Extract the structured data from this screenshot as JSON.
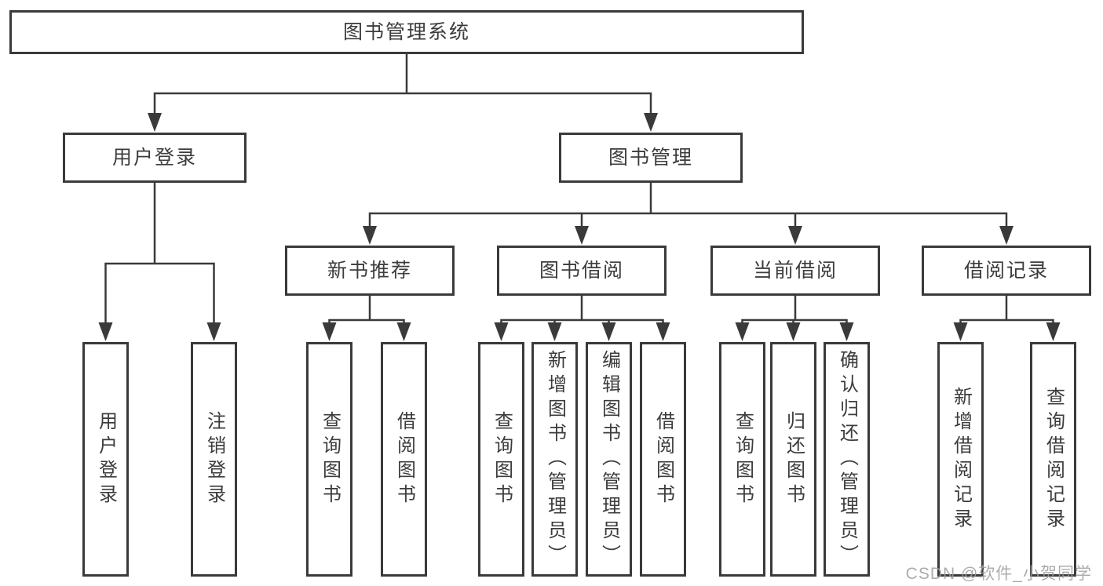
{
  "colors": {
    "line": "#3a3a3a",
    "box_border": "#3a3a3a",
    "box_fill": "#ffffff",
    "text": "#3c3c3c",
    "watermark": "#9e9e9e"
  },
  "watermark": "CSDN @软件_小贺同学",
  "tree": {
    "root": {
      "label": "图书管理系统",
      "children": [
        {
          "label": "用户登录",
          "children": [
            {
              "label": "用户登录"
            },
            {
              "label": "注销登录"
            }
          ]
        },
        {
          "label": "图书管理",
          "children": [
            {
              "label": "新书推荐",
              "children": [
                {
                  "label": "查询图书"
                },
                {
                  "label": "借阅图书"
                }
              ]
            },
            {
              "label": "图书借阅",
              "children": [
                {
                  "label": "查询图书"
                },
                {
                  "label": "新增图书（管理员）"
                },
                {
                  "label": "编辑图书（管理员）"
                },
                {
                  "label": "借阅图书"
                }
              ]
            },
            {
              "label": "当前借阅",
              "children": [
                {
                  "label": "查询图书"
                },
                {
                  "label": "归还图书"
                },
                {
                  "label": "确认归还（管理员）"
                }
              ]
            },
            {
              "label": "借阅记录",
              "children": [
                {
                  "label": "新增借阅记录"
                },
                {
                  "label": "查询借阅记录"
                }
              ]
            }
          ]
        }
      ]
    }
  }
}
